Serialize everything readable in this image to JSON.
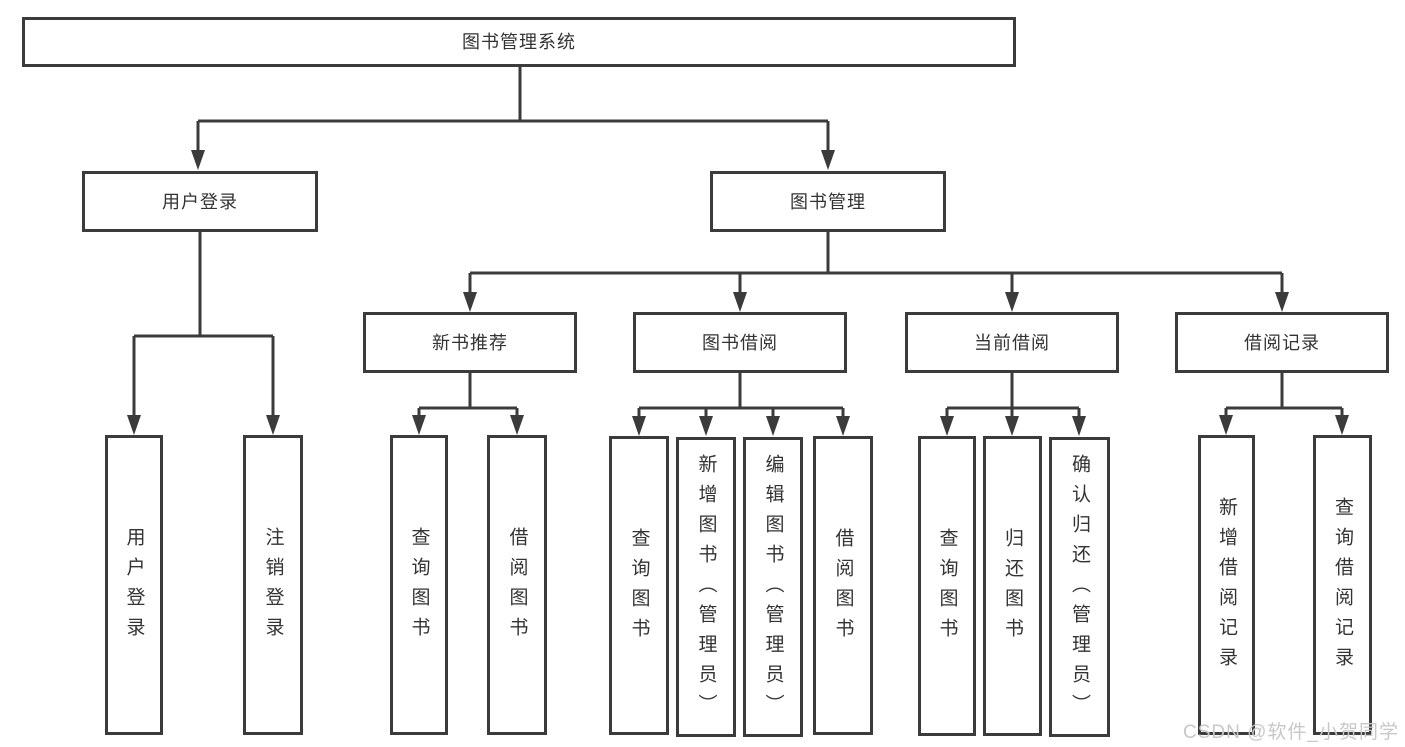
{
  "colors": {
    "line": "#3b3b3b",
    "text": "#333333",
    "watermark": "#c8c8c8",
    "background": "#ffffff"
  },
  "watermark": "CSDN @软件_小贺同学",
  "tree": {
    "root": {
      "label": "图书管理系统"
    },
    "level2": [
      {
        "label": "用户登录"
      },
      {
        "label": "图书管理"
      }
    ],
    "level3": [
      {
        "label": "新书推荐"
      },
      {
        "label": "图书借阅"
      },
      {
        "label": "当前借阅"
      },
      {
        "label": "借阅记录"
      }
    ],
    "leaves": [
      {
        "parent": "用户登录",
        "items": [
          "用户登录",
          "注销登录"
        ]
      },
      {
        "parent": "新书推荐",
        "items": [
          "查询图书",
          "借阅图书"
        ]
      },
      {
        "parent": "图书借阅",
        "items": [
          "查询图书",
          "新增图书（管理员）",
          "编辑图书（管理员）",
          "借阅图书"
        ]
      },
      {
        "parent": "当前借阅",
        "items": [
          "查询图书",
          "归还图书",
          "确认归还（管理员）"
        ]
      },
      {
        "parent": "借阅记录",
        "items": [
          "新增借阅记录",
          "查询借阅记录"
        ]
      }
    ]
  }
}
